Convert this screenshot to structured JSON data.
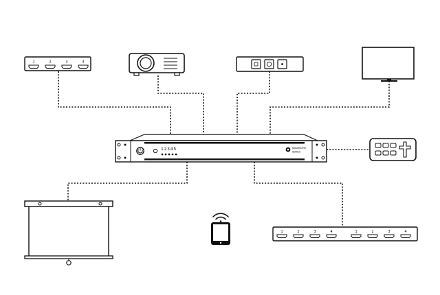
{
  "hdmi_switcher_4": {
    "ports": [
      "1",
      "2",
      "3",
      "4"
    ]
  },
  "hdmi_switcher_8": {
    "ports": [
      "1",
      "2",
      "3",
      "4",
      "1",
      "2",
      "3",
      "4"
    ]
  },
  "control_processor": {
    "channels": "12345",
    "logo_text": "MDMSTATIVE",
    "model_text": "SERIES"
  },
  "icons": {
    "projector": "projector-icon",
    "media_player": "media-player-icon",
    "display": "tv-display-icon",
    "keypad": "keypad-remote-icon",
    "screen": "projection-screen-icon",
    "tablet": "tablet-wifi-icon"
  },
  "colors": {
    "stroke": "#111111",
    "background": "#ffffff"
  }
}
